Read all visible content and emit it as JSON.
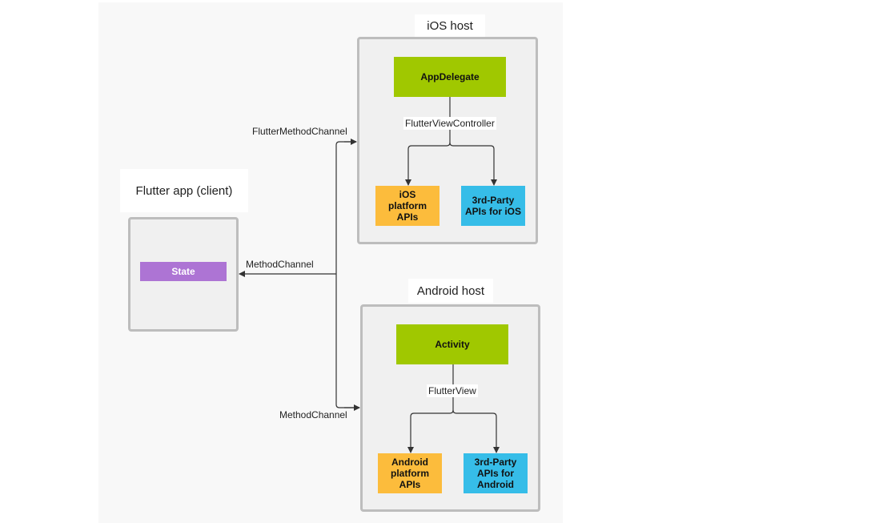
{
  "colors": {
    "host_fill": "#f0f0f0",
    "host_border": "#bdbdbd",
    "green": "#a0c800",
    "orange": "#fcbc3c",
    "blue": "#36bde8",
    "purple": "#ad74d4",
    "edge": "#333333"
  },
  "client": {
    "title": "Flutter app (client)",
    "state_label": "State"
  },
  "ios": {
    "title": "iOS host",
    "delegate_label": "AppDelegate",
    "controller_label": "FlutterViewController",
    "platform_apis_label": "iOS\nplatform\nAPIs",
    "third_party_label": "3rd-Party\nAPIs for iOS"
  },
  "android": {
    "title": "Android host",
    "activity_label": "Activity",
    "view_label": "FlutterView",
    "platform_apis_label": "Android\nplatform\nAPIs",
    "third_party_label": "3rd-Party\nAPIs for\nAndroid"
  },
  "channels": {
    "ios_channel": "FlutterMethodChannel",
    "client_channel": "MethodChannel",
    "android_channel": "MethodChannel"
  }
}
